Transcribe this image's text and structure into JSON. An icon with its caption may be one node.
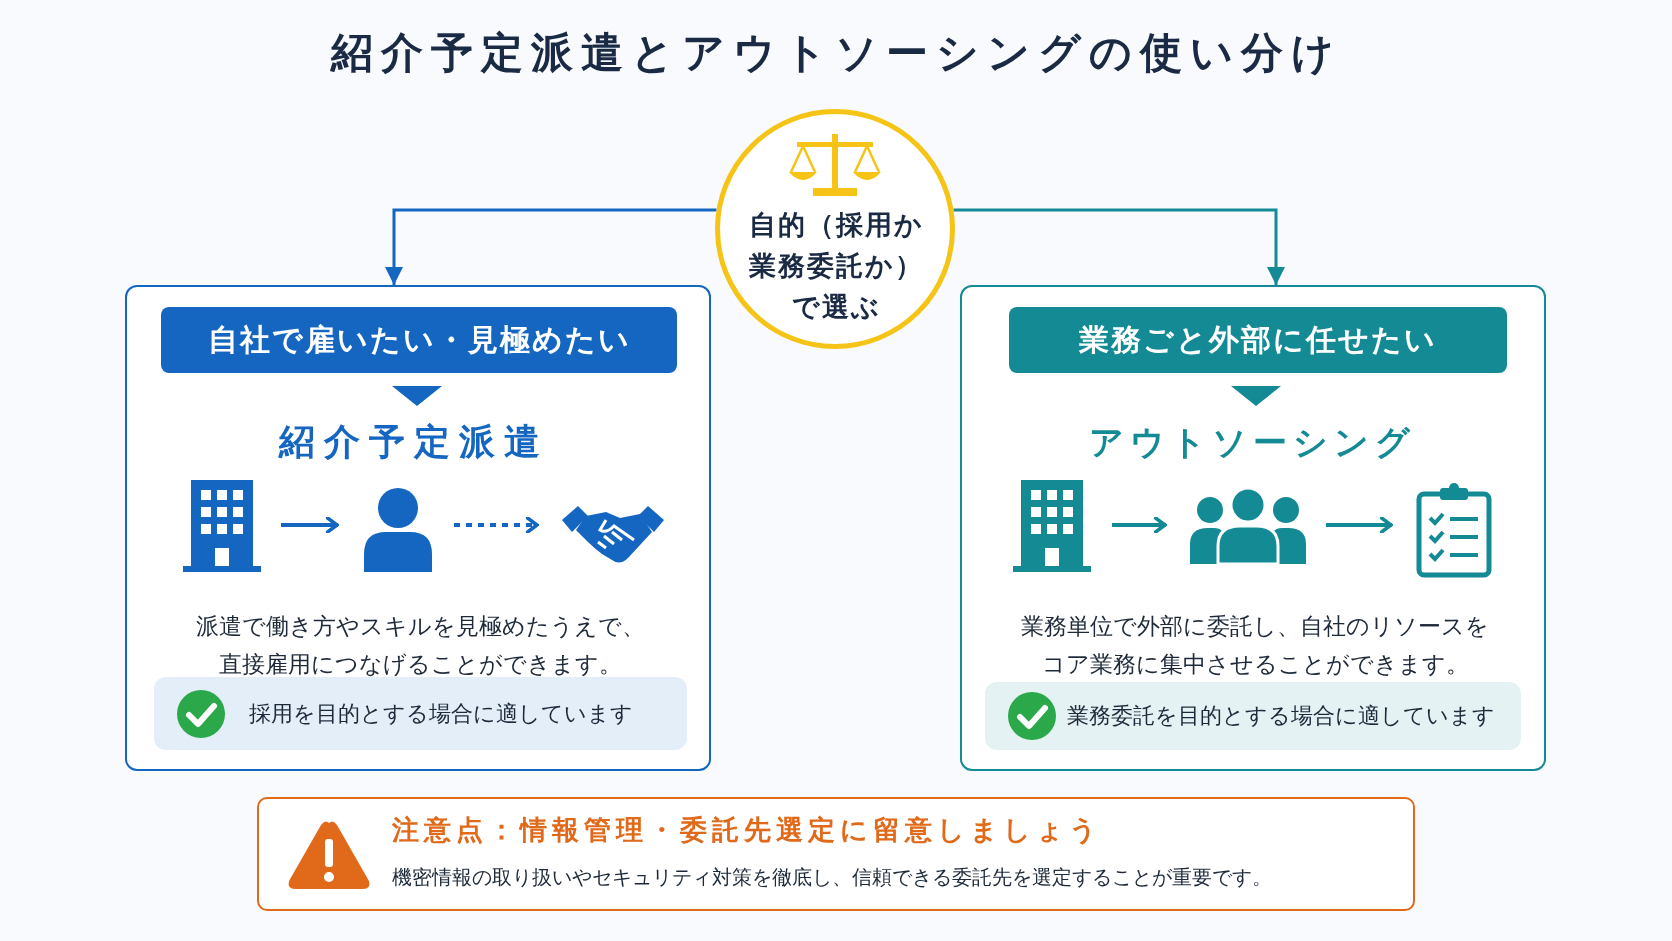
{
  "diagram": {
    "title": "紹介予定派遣とアウトソーシングの使い分け",
    "nodes": [
      {
        "text": [
          "自的（採用か業務委託か）で選ぶ"
        ]
      },
      {
        "text": [
          "派遣で働き方やスキルを見極めたうえで、直接雇用につなげることができます。"
        ]
      },
      {
        "text": [
          "自社で雇いたい・見極めたい"
        ],
        "in": 1
      },
      {
        "text": [
          "紹介予定派遣"
        ],
        "in": 1
      },
      {
        "text": [],
        "shape": "building",
        "in": 1
      },
      {
        "text": [],
        "shape": "person",
        "in": 1
      },
      {
        "text": [],
        "shape": "handshake",
        "in": 1
      },
      {
        "text": [
          "採用を目的とする場合に適しています"
        ],
        "in": 1
      },
      {
        "text": [
          "業務単位で外部に委託し、自社のリソースをコア業務に集中させることができます。"
        ]
      },
      {
        "text": [
          "業務ごと外部に任せたい"
        ],
        "in": 8
      },
      {
        "text": [
          "アウトソーシング"
        ],
        "in": 8
      },
      {
        "text": [],
        "shape": "building",
        "in": 8
      },
      {
        "text": [],
        "shape": "people",
        "in": 8
      },
      {
        "text": [],
        "shape": "clipboard",
        "in": 8
      },
      {
        "text": [
          "業務委託を目的とする場合に適しています"
        ],
        "in": 8
      },
      {
        "text": [
          "注意点：情報管理・委託先選定に留意しましょう",
          "機密情報の取り扱いやセキュリティ対策を徹底し、信頼できる委託先を選定することが重要です。"
        ]
      }
    ],
    "edges": [
      {
        "from": 0,
        "to": 1,
        "arrow": "to"
      },
      {
        "from": 0,
        "to": 8,
        "arrow": "to",
        "color": "#138a94"
      },
      {
        "from": 2,
        "to": 3,
        "arrow": "to"
      },
      {
        "from": 4,
        "to": 5,
        "arrow": "to"
      },
      {
        "from": 5,
        "to": 6,
        "arrow": "to",
        "style": "dashed"
      },
      {
        "from": 9,
        "to": 10,
        "arrow": "to",
        "color": "#138a94"
      },
      {
        "from": 11,
        "to": 12,
        "arrow": "to",
        "color": "#138a94"
      },
      {
        "from": 12,
        "to": 13,
        "arrow": "to",
        "color": "#138a94"
      }
    ]
  }
}
